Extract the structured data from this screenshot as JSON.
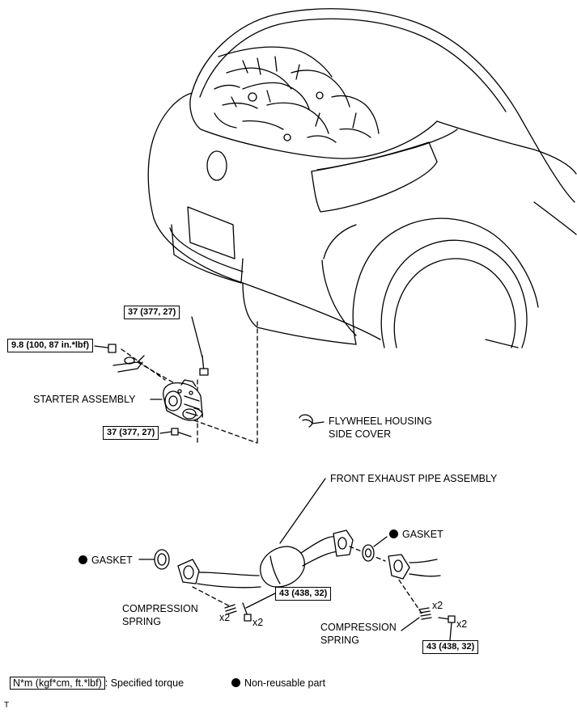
{
  "torque_specs": {
    "starter_upper_bolt": "37 (377, 27)",
    "terminal_nut": "9.8 (100, 87 in.*lbf)",
    "starter_lower_bolt": "37 (377, 27)",
    "exhaust_front_bolt": "43 (438, 32)",
    "exhaust_rear_bolt": "43 (438, 32)"
  },
  "parts": {
    "starter_assembly": "STARTER ASSEMBLY",
    "flywheel_cover_line1": "FLYWHEEL HOUSING",
    "flywheel_cover_line2": "SIDE COVER",
    "front_exhaust_pipe": "FRONT EXHAUST PIPE ASSEMBLY",
    "gasket_right": "GASKET",
    "gasket_left": "GASKET",
    "spring_left_line1": "COMPRESSION",
    "spring_left_line2": "SPRING",
    "spring_right_line1": "COMPRESSION",
    "spring_right_line2": "SPRING"
  },
  "quantities": {
    "spring_left": "x2",
    "bolt_left": "x2",
    "spring_right": "x2",
    "bolt_right": "x2"
  },
  "legend": {
    "torque_unit": "N*m (kgf*cm, ft.*lbf)",
    "torque_text": ": Specified torque",
    "non_reusable_text": "Non-reusable part"
  },
  "footer_mark": "T"
}
